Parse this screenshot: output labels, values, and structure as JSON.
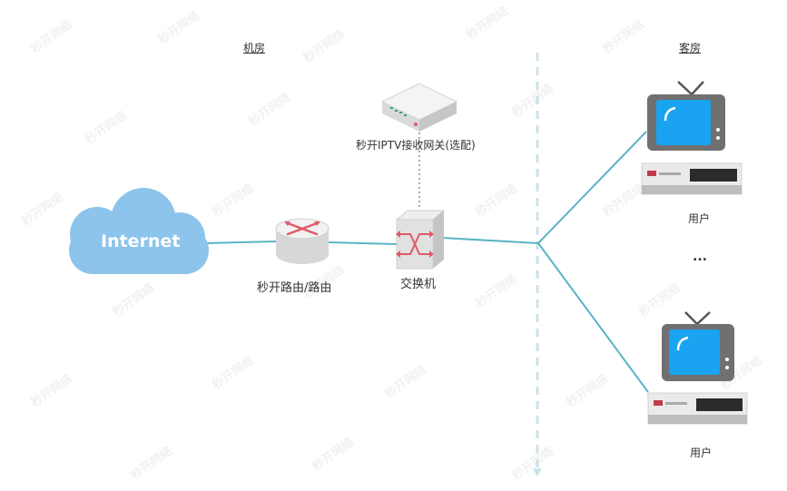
{
  "sections": {
    "left": "机房",
    "right": "客房"
  },
  "cloud_label": "Internet",
  "router_label": "秒开路由/路由",
  "switch_label": "交换机",
  "gateway_label": "秒开IPTV接收网关(选配)",
  "user_label_1": "用户",
  "user_label_2": "用户",
  "ellipsis": "...",
  "watermark": "秒开网络",
  "colors": {
    "link": "#5ab4c5",
    "cloud": "#8cc4ec",
    "tv_screen": "#1aa3f0",
    "tv_body": "#707070",
    "divider": "#c9e3ea"
  }
}
